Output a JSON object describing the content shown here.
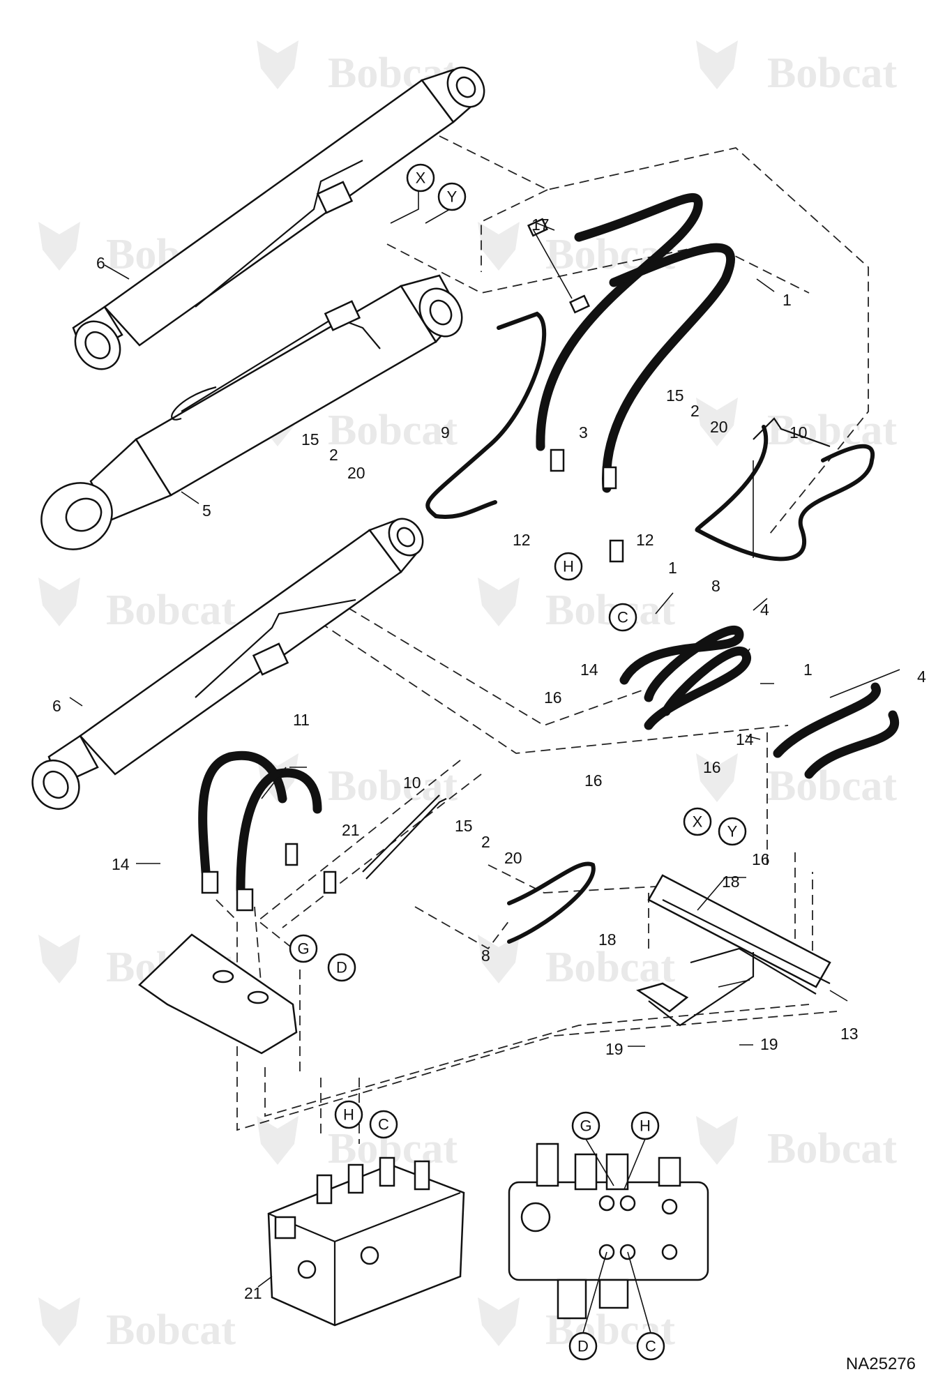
{
  "watermark": {
    "brand": "Bobcat"
  },
  "drawing_number": "NA25276",
  "callouts": {
    "c1a": "1",
    "c1b": "1",
    "c1c": "1",
    "c2a": "2",
    "c2b": "2",
    "c2c": "2",
    "c3": "3",
    "c4a": "4",
    "c4b": "4",
    "c5": "5",
    "c6a": "6",
    "c6b": "6",
    "c8a": "8",
    "c8b": "8",
    "c9": "9",
    "c10a": "10",
    "c10b": "10",
    "c11": "11",
    "c12a": "12",
    "c12b": "12",
    "c13": "13",
    "c14a": "14",
    "c14b": "14",
    "c14c": "14",
    "c15a": "15",
    "c15b": "15",
    "c15c": "15",
    "c16a": "16",
    "c16b": "16",
    "c16c": "16",
    "c16d": "16",
    "c17": "17",
    "c18a": "18",
    "c18b": "18",
    "c19a": "19",
    "c19b": "19",
    "c20a": "20",
    "c20b": "20",
    "c20c": "20",
    "c21a": "21",
    "c21b": "21"
  },
  "ports": {
    "X1": "X",
    "Y1": "Y",
    "H1": "H",
    "C1": "C",
    "X2": "X",
    "Y2": "Y",
    "G1": "G",
    "D1": "D",
    "H2": "H",
    "C2": "C",
    "G2": "G",
    "H3": "H",
    "D2": "D",
    "C3": "C"
  }
}
